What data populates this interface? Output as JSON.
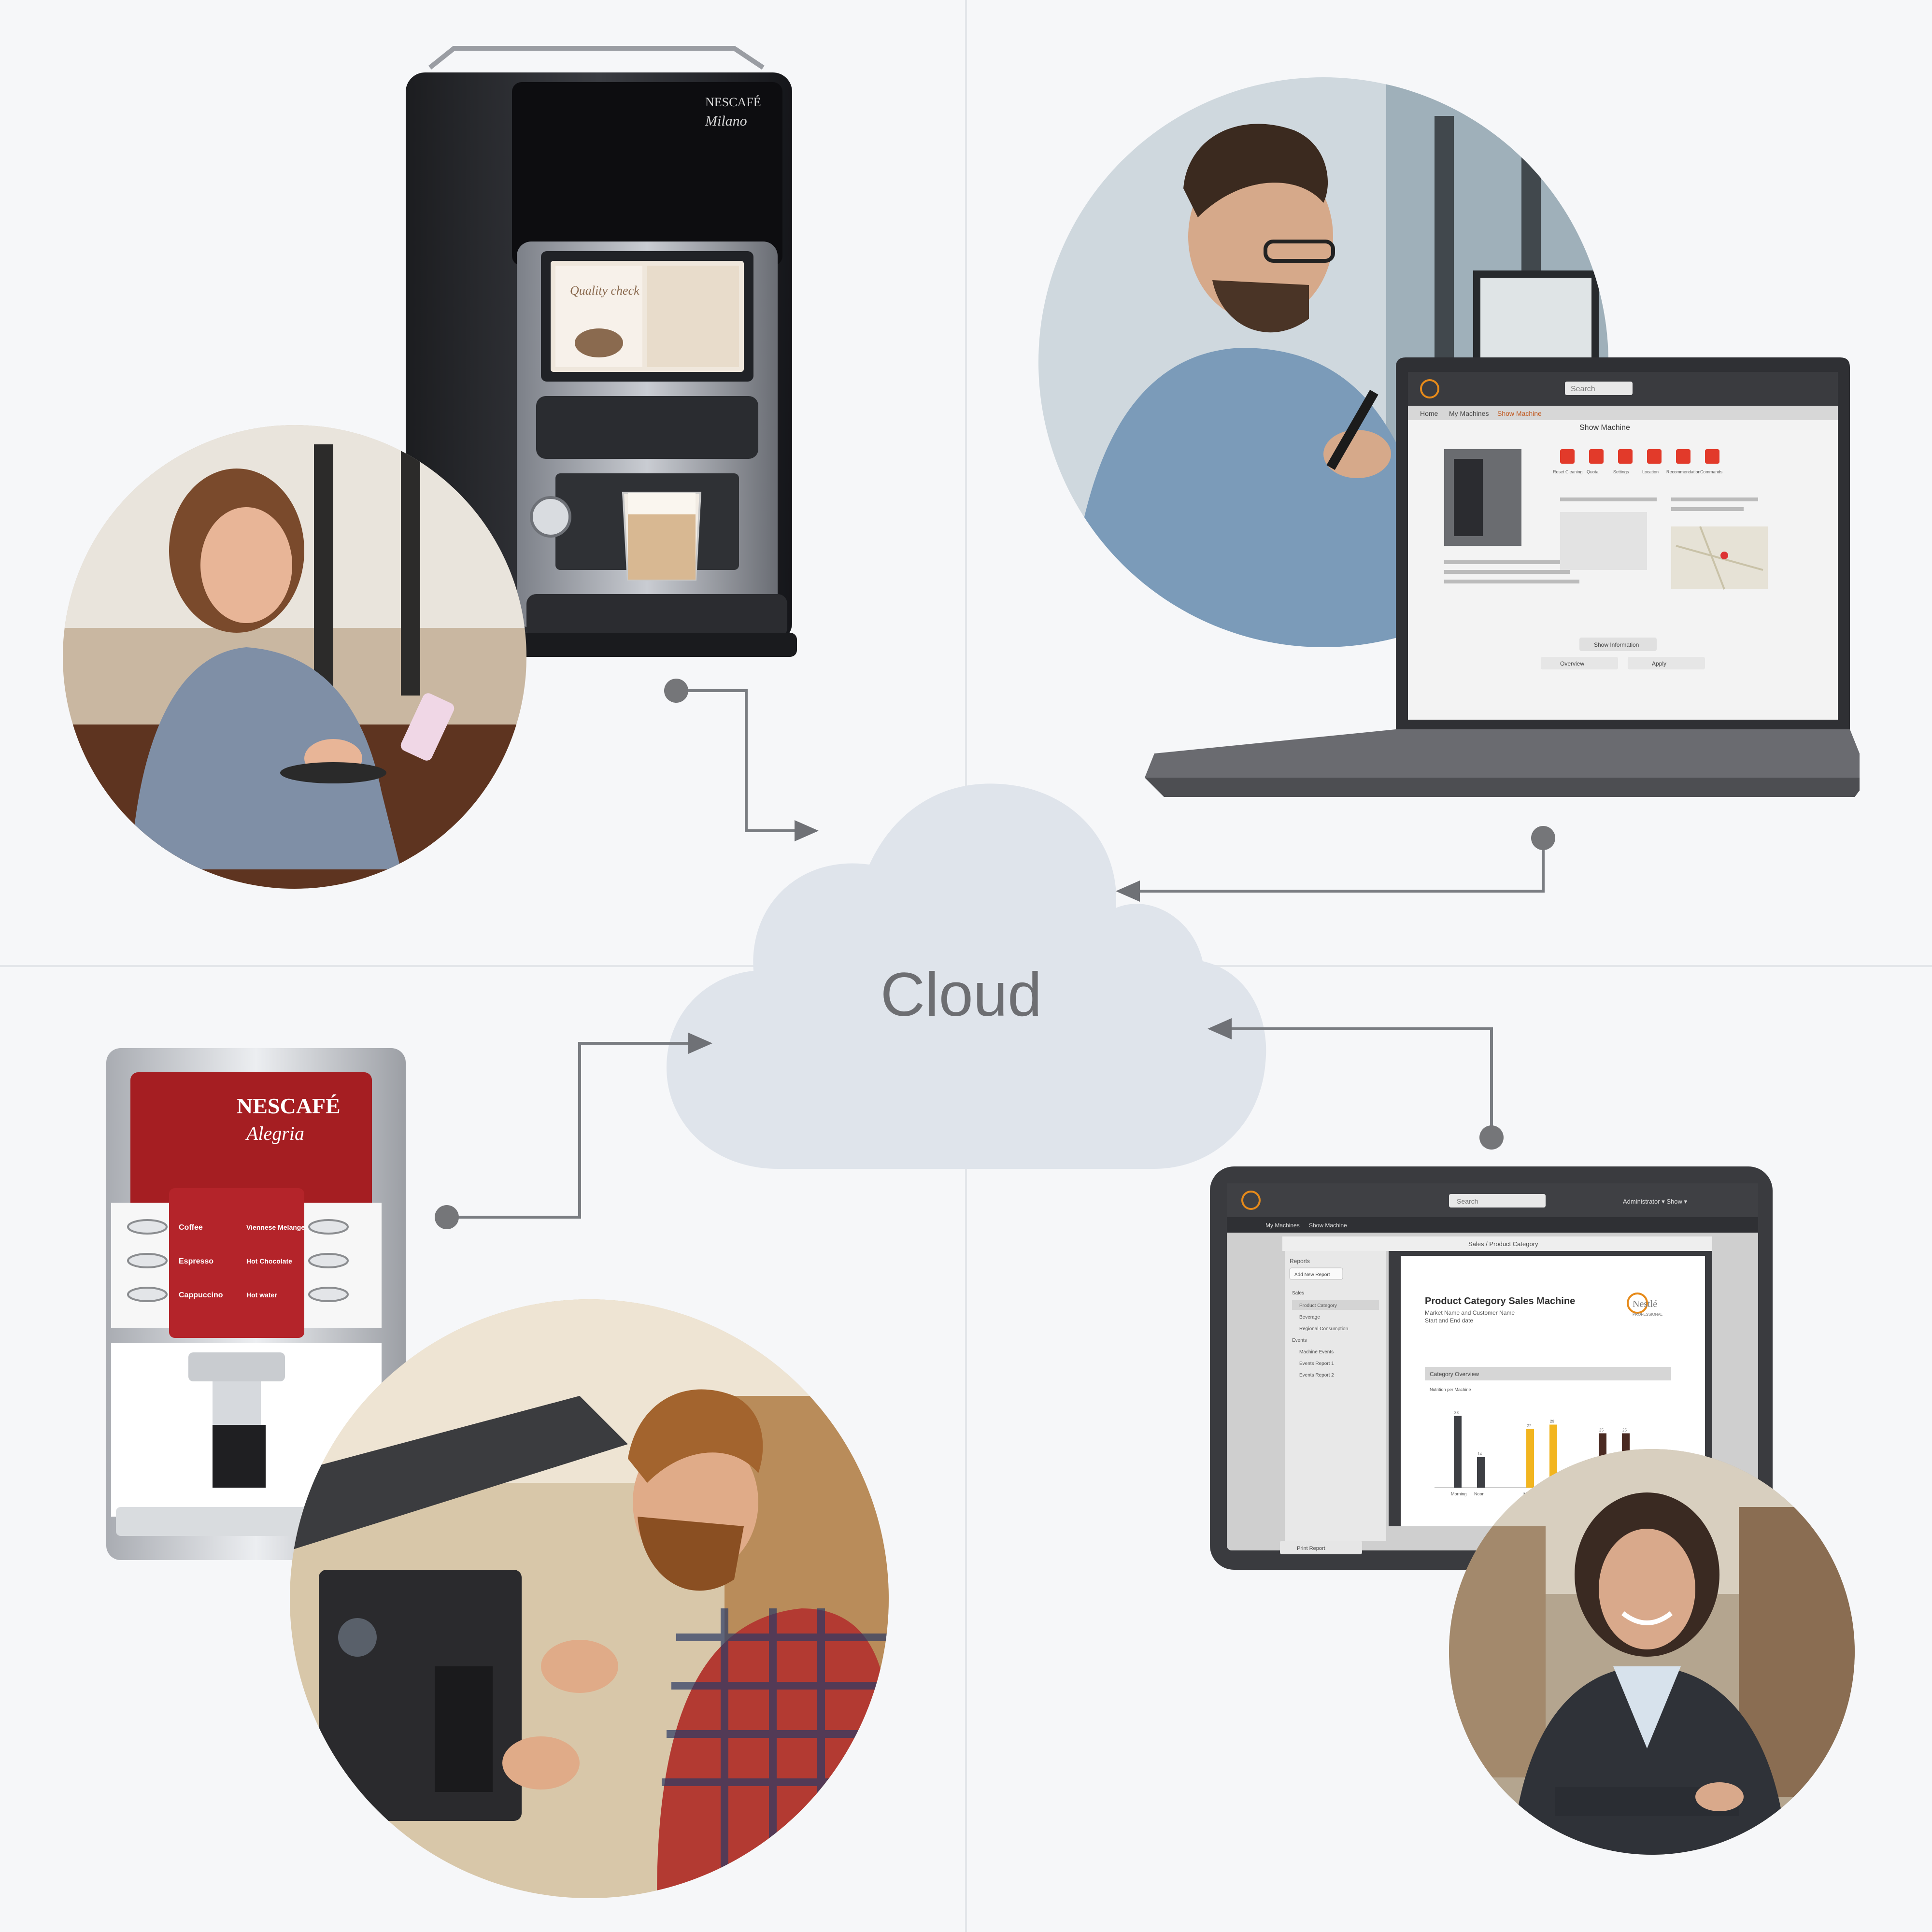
{
  "cloud": {
    "label": "Cloud"
  },
  "machine_top": {
    "brand": "NESCAFÉ",
    "model": "Milano",
    "screen_text": "Quality check"
  },
  "machine_bottom": {
    "brand": "NESCAFÉ",
    "model": "Alegria",
    "buttons": [
      "Coffee",
      "Espresso",
      "Cappuccino",
      "Viennese Melange",
      "Hot Chocolate",
      "Hot water"
    ]
  },
  "laptop": {
    "title": "Show Machine",
    "search_placeholder": "Search",
    "tabs": [
      "Home",
      "My Machines",
      "Show Machine"
    ],
    "actions": [
      "Reset Cleaning",
      "Quota",
      "Settings",
      "Location",
      "Recommendation",
      "Commands"
    ],
    "footer_buttons": [
      "Overview",
      "Apply"
    ],
    "bottom_button": "Show Information"
  },
  "tablet": {
    "search_placeholder": "Search",
    "user_menu": "Administrator ▾ Show ▾",
    "nav": [
      "My Machines",
      "Show Machine"
    ],
    "window_title": "Sales / Product Category",
    "sidebar": {
      "heading": "Reports",
      "add_button": "Add New Report",
      "items": [
        "Sales",
        "Product Category",
        "Beverage",
        "Regional Consumption",
        "Events",
        "Machine Events",
        "Events Report 1",
        "Events Report 2"
      ]
    },
    "report": {
      "title": "Product Category Sales Machine",
      "subtitle1": "Market Name and Customer Name",
      "subtitle2": "Start and End date",
      "logo": "Nestlé",
      "logo_sub": "PROFESSIONAL",
      "section": "Category Overview",
      "chart_caption": "Nutrition per Machine",
      "print_button": "Print Report"
    },
    "chart_data": {
      "type": "bar",
      "categories": [
        "Morning",
        "Noon",
        "Morning",
        "Noon",
        "Morning",
        "Noon"
      ],
      "values": [
        33,
        14,
        27,
        29,
        25,
        25
      ],
      "ylim": [
        0,
        40
      ],
      "colors": [
        "#3d3f44",
        "#3d3f44",
        "#f2b51f",
        "#f2b51f",
        "#4a2a22",
        "#4a2a22"
      ]
    }
  },
  "colors": {
    "cloud": "#dfe4eb",
    "connector": "#7a7d82",
    "node": "#757679",
    "nescafe_red": "#a51e22",
    "bar_dark": "#3d3f44",
    "bar_yellow": "#f2b51f",
    "bar_brown": "#4a2a22"
  },
  "icons": [
    "connector-dot-icon",
    "arrow-head-icon",
    "cloud-shape"
  ]
}
